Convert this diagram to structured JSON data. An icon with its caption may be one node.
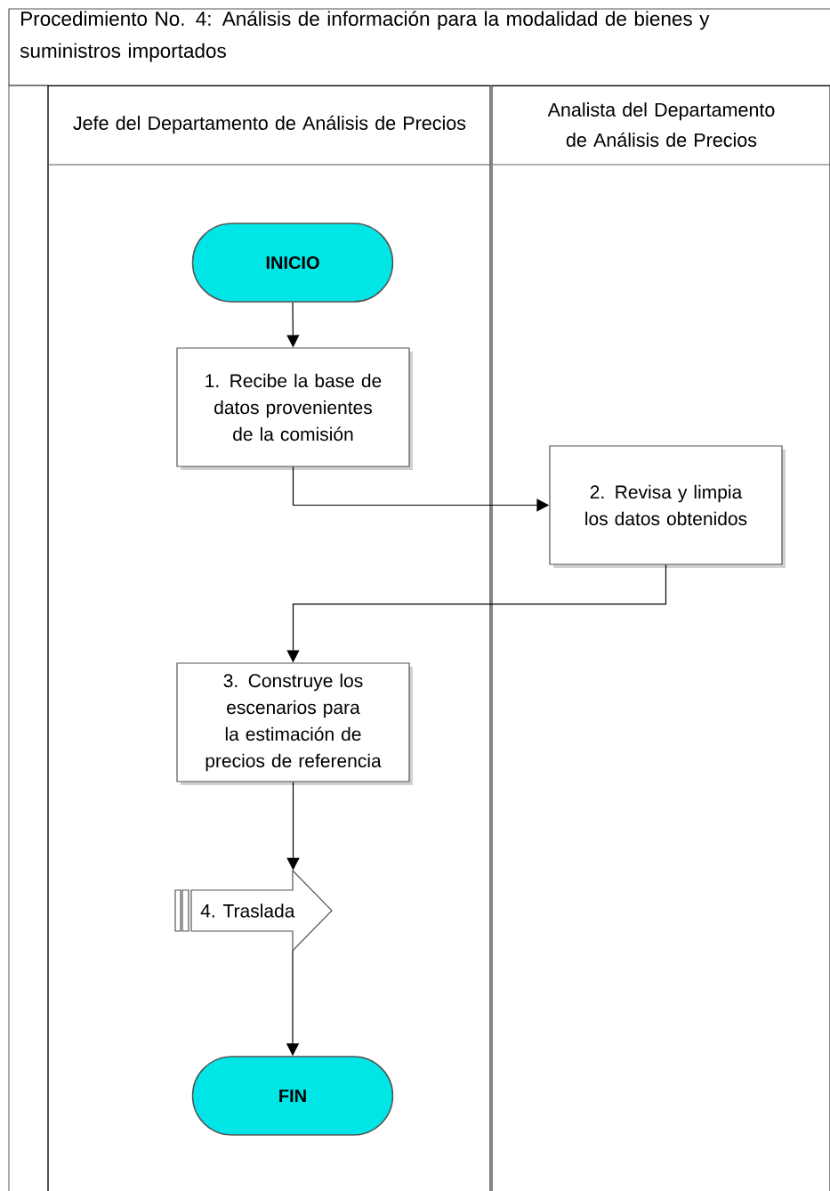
{
  "diagram": {
    "title": "Procedimiento No. 4: Análisis de información para la modalidad de bienes y suministros importados",
    "nodes": [
      {
        "text": [
          "Jefe del Departamento de Análisis de Precios"
        ]
      },
      {
        "text": [
          "Analista del Departamento de Análisis de Precios"
        ]
      },
      {
        "text": [
          "INICIO"
        ],
        "in": 0
      },
      {
        "text": [
          "1. Recibe la base de datos provenientes de la comisión"
        ],
        "in": 0
      },
      {
        "text": [
          "2.  Revisa y limpia los datos obtenidos"
        ],
        "in": 1
      },
      {
        "text": [
          "3. Construye los escenarios para la estimación de precios de referencia"
        ],
        "in": 0
      },
      {
        "text": [
          "4. Traslada"
        ],
        "in": 0
      },
      {
        "text": [
          "FIN"
        ],
        "in": 0
      }
    ],
    "edges": [
      {
        "from": 2,
        "to": 3,
        "arrow": "to"
      },
      {
        "from": 3,
        "to": 4,
        "arrow": "to"
      },
      {
        "from": 4,
        "to": 5,
        "arrow": "to"
      },
      {
        "from": 5,
        "to": 6,
        "arrow": "to"
      },
      {
        "from": 6,
        "to": 7,
        "arrow": "to"
      }
    ]
  }
}
